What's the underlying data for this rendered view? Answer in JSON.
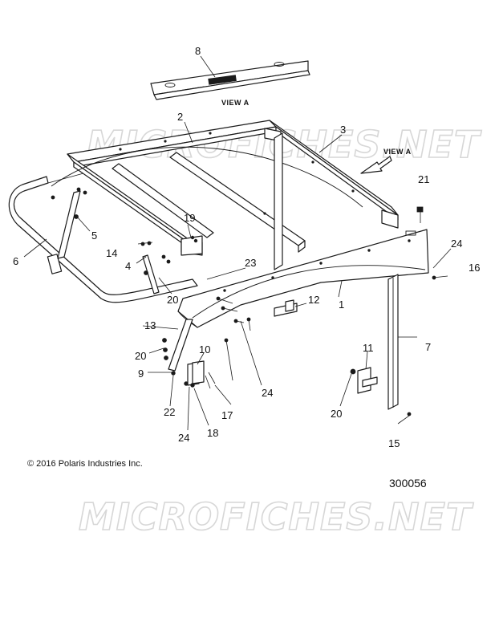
{
  "watermark": "MICROFICHES.NET",
  "view_label": "VIEW A",
  "copyright": "© 2016 Polaris Industries Inc.",
  "diagram_number": "300056",
  "callouts": {
    "c1": "1",
    "c2": "2",
    "c3": "3",
    "c4": "4",
    "c5": "5",
    "c6": "6",
    "c7": "7",
    "c8": "8",
    "c9": "9",
    "c10": "10",
    "c11": "11",
    "c12": "12",
    "c13": "13",
    "c14": "14",
    "c15": "15",
    "c16": "16",
    "c17": "17",
    "c18": "18",
    "c19": "19",
    "c20": "20",
    "c21": "21",
    "c22": "22",
    "c23": "23",
    "c24": "24"
  }
}
